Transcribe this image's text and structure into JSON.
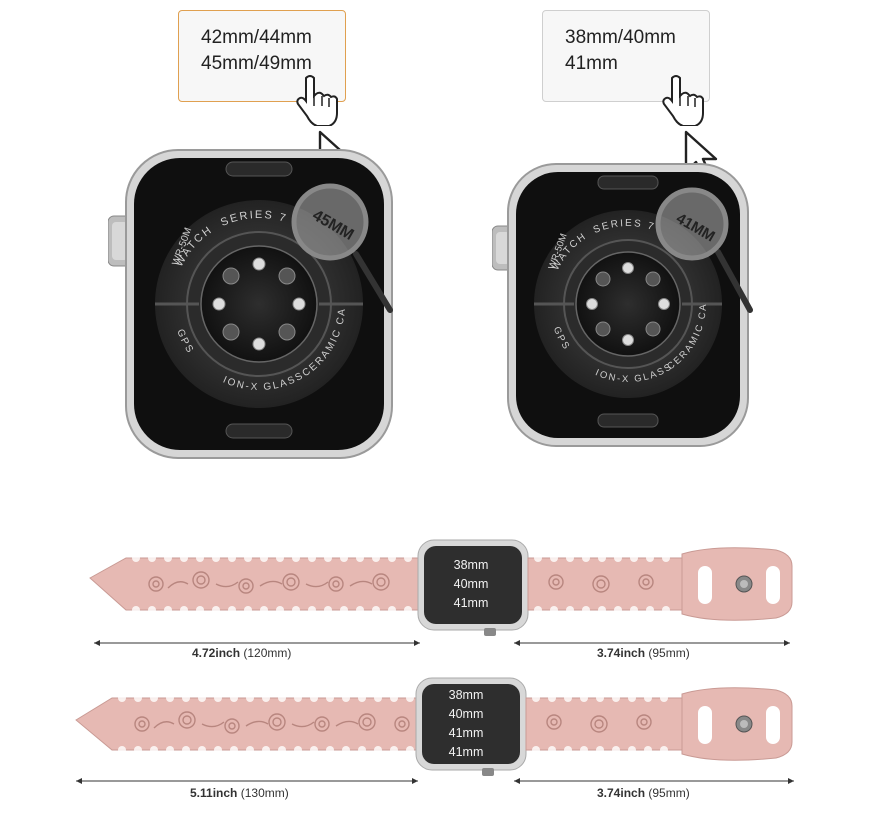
{
  "size_options": [
    {
      "lines": [
        "42mm/44mm",
        "45mm/49mm"
      ],
      "highlight_color": "#e0a050"
    },
    {
      "lines": [
        "38mm/40mm",
        "41mm"
      ],
      "highlight_color": "#cfcfcf"
    }
  ],
  "watch_engraving": {
    "series": "SERIES 7",
    "watch": "WATCH",
    "ceramic": "CERAMIC CASE",
    "glass": "ION-X GLASS",
    "wr": "WR-50M",
    "gps": "GPS",
    "magnified_left": "45MM",
    "magnified_right": "41MM"
  },
  "bands": [
    {
      "face_sizes": [
        "38mm",
        "40mm",
        "41mm"
      ],
      "long_strap": {
        "inch": "4.72inch",
        "mm": "(120mm)"
      },
      "short_strap": {
        "inch": "3.74inch",
        "mm": "(95mm)"
      }
    },
    {
      "face_sizes": [
        "38mm",
        "40mm",
        "41mm",
        "41mm"
      ],
      "long_strap": {
        "inch": "5.11inch",
        "mm": "(130mm)"
      },
      "short_strap": {
        "inch": "3.74inch",
        "mm": "(95mm)"
      }
    }
  ],
  "colors": {
    "band_pink": "#e6b9b3",
    "band_shadow": "#c99a94",
    "watch_case": "#c8c8c8",
    "watch_back": "#2a2a2a"
  }
}
